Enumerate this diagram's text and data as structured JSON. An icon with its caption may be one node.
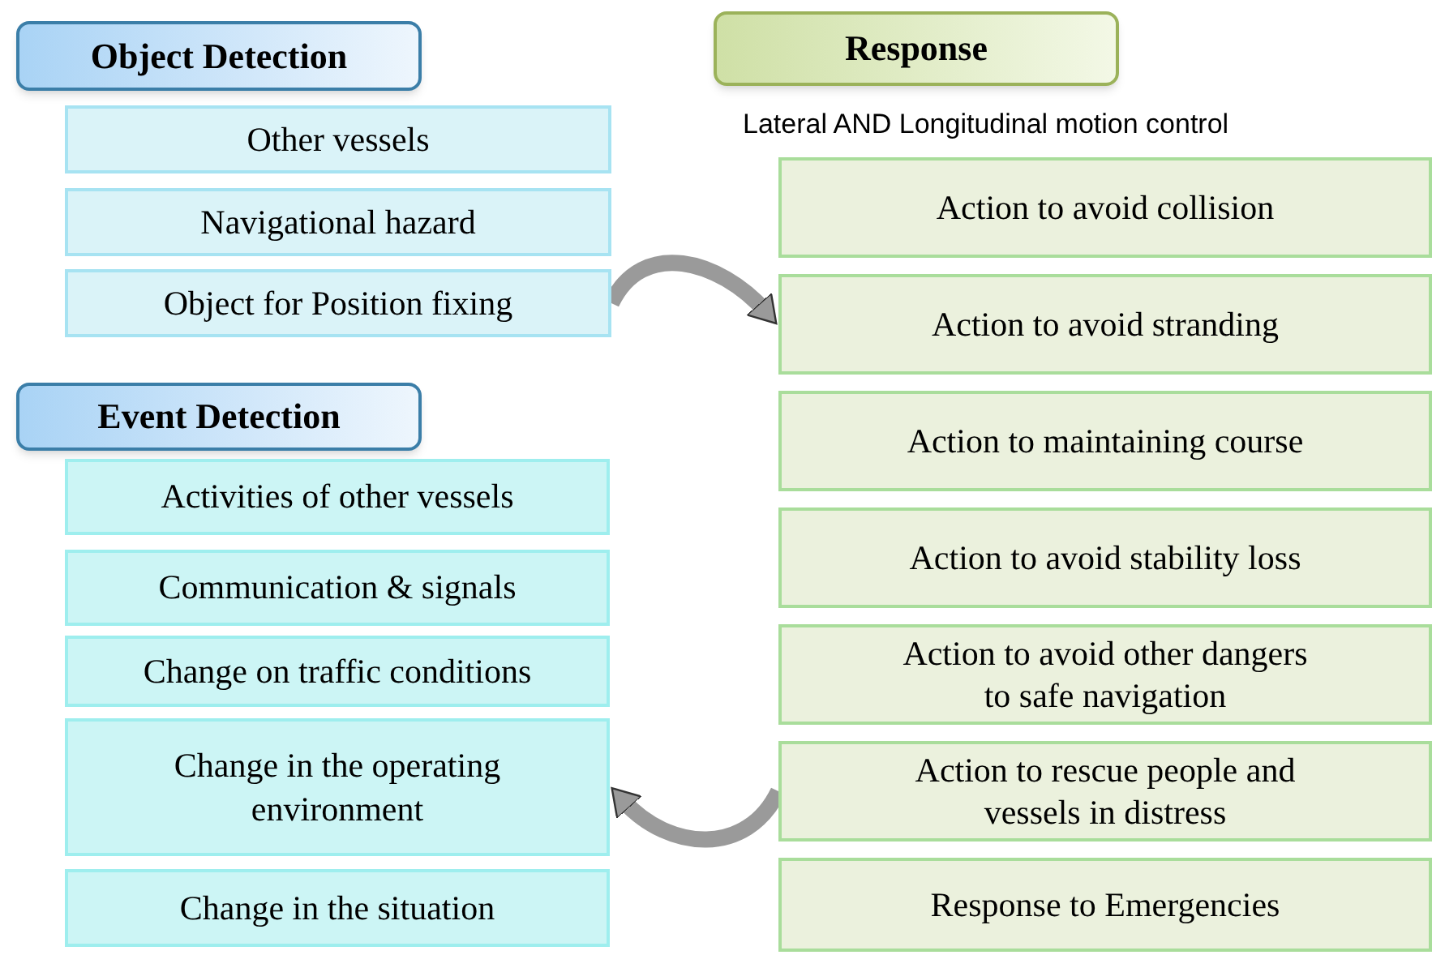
{
  "diagram": {
    "nodes": [
      {
        "text": [
          "Object Detection"
        ]
      },
      {
        "text": [
          "Other vessels"
        ]
      },
      {
        "text": [
          "Navigational hazard"
        ]
      },
      {
        "text": [
          "Object for Position fixing"
        ]
      },
      {
        "text": [
          "Event Detection"
        ]
      },
      {
        "text": [
          "Activities of other vessels"
        ]
      },
      {
        "text": [
          "Communication & signals"
        ]
      },
      {
        "text": [
          "Change on traffic conditions"
        ]
      },
      {
        "text": [
          "Change in the operating environment"
        ]
      },
      {
        "text": [
          "Change in the situation"
        ]
      },
      {
        "text": [
          "Response"
        ]
      },
      {
        "text": [
          "Action to avoid collision"
        ]
      },
      {
        "text": [
          "Action to avoid stranding"
        ]
      },
      {
        "text": [
          "Action to maintaining course"
        ]
      },
      {
        "text": [
          "Action to avoid stability loss"
        ]
      },
      {
        "text": [
          "Action to avoid other dangers to safe navigation"
        ]
      },
      {
        "text": [
          "Action to rescue people and vessels in distress"
        ]
      },
      {
        "text": [
          "Response to Emergencies"
        ]
      }
    ],
    "edges": [
      {
        "from": 3,
        "to": 12,
        "arrow": "to"
      },
      {
        "from": 16,
        "to": 8,
        "arrow": "to"
      }
    ],
    "labels": [
      "Lateral AND Longitudinal motion control"
    ]
  }
}
